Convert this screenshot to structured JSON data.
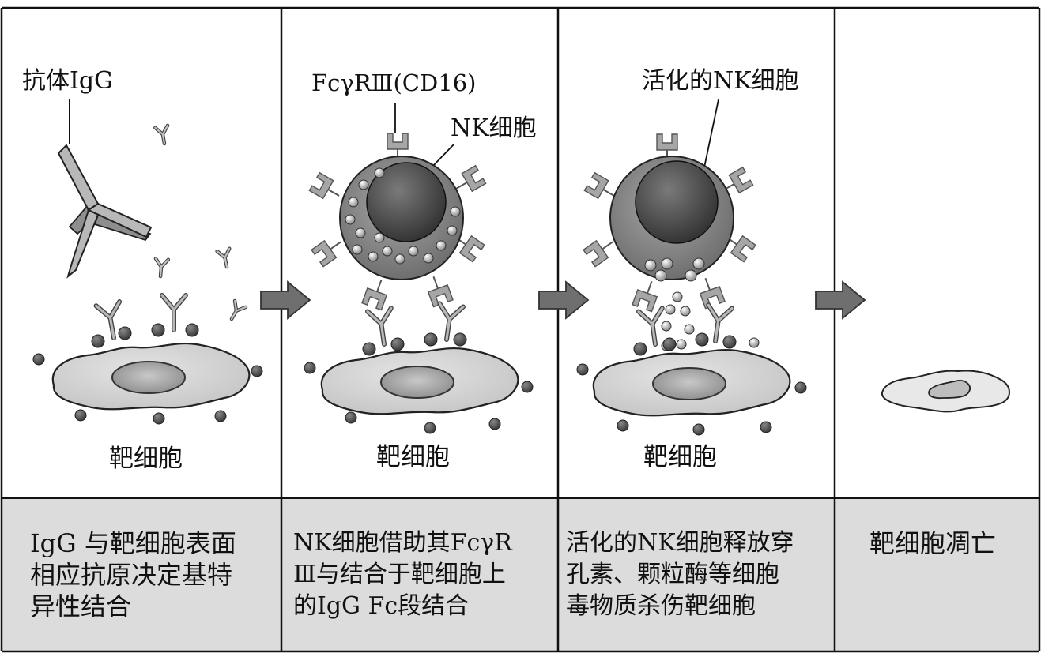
{
  "panels": [
    {
      "labels": {
        "antibody": "抗体IgG",
        "target": "靶细胞"
      },
      "caption": "IgG 与靶细胞表面\n相应抗原决定基特\n异性结合"
    },
    {
      "labels": {
        "receptor": "FcγRⅢ(CD16)",
        "nk": "NK细胞",
        "target": "靶细胞"
      },
      "caption": "NK细胞借助其FcγR\nⅢ与结合于靶细胞上\n的IgG Fc段结合"
    },
    {
      "labels": {
        "activated_nk": "活化的NK细胞",
        "target": "靶细胞"
      },
      "caption": "活化的NK细胞释放穿\n孔素、颗粒酶等细胞\n毒物质杀伤靶细胞"
    },
    {
      "labels": {},
      "caption": "靶细胞凋亡"
    }
  ],
  "colors": {
    "caption_background": "#dcdcdc",
    "border": "#111111",
    "target_cell": "#d6d6d6",
    "nucleus": "#a8a8a8",
    "antigen": "#555555",
    "antibody": "#b0b0b0",
    "receptor": "#a2a2a2",
    "nk_cell": "#8a8a8a",
    "nk_nucleus": "#505050",
    "granule": "#b4b4b4",
    "arrow": "#6f6f6f"
  }
}
